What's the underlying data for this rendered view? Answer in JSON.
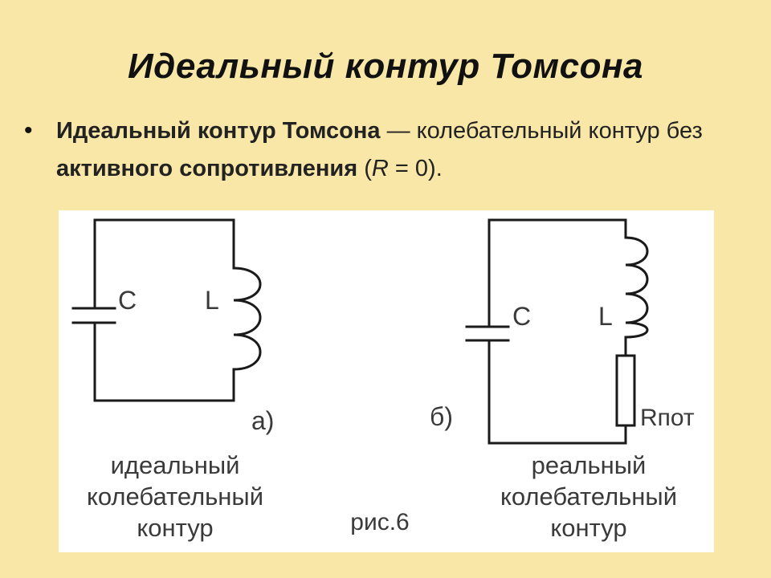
{
  "slide": {
    "title": "Идеальный контур Томсона",
    "bullet": {
      "term": "Идеальный контур Томсона",
      "dash_text": " — колебательный контур без ",
      "bold_phrase": "активного сопротивления",
      "paren_open": " (",
      "variable": "R",
      "equals_value": " = 0).",
      "marker": "•"
    }
  },
  "figure": {
    "left_circuit": {
      "capacitor_label": "C",
      "inductor_label": "L",
      "tag": "а)",
      "caption": [
        "идеальный",
        "колебательный",
        "контур"
      ]
    },
    "right_circuit": {
      "capacitor_label": "C",
      "inductor_label": "L",
      "resistor_label": "Rпот",
      "tag": "б)",
      "caption": [
        "реальный",
        "колебательный",
        "контур"
      ]
    },
    "figure_number": "рис.6",
    "colors": {
      "wire": "#1a1a1a",
      "text": "#3a3a3a",
      "background": "#ffffff"
    }
  }
}
